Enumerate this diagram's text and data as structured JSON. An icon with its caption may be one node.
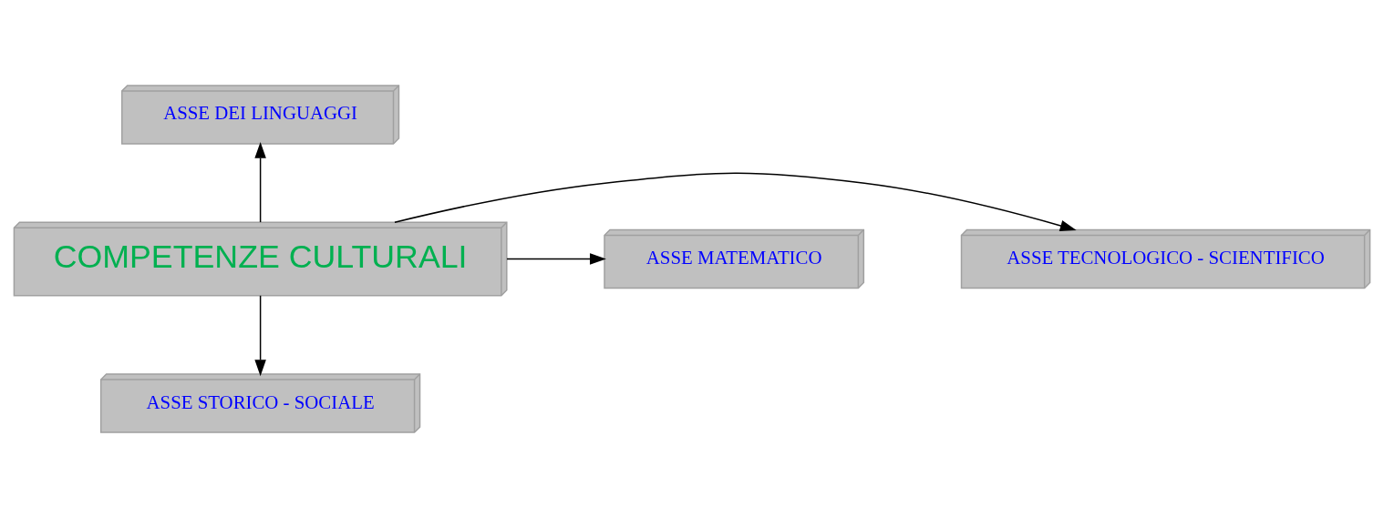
{
  "diagram": {
    "nodes": [
      {
        "text": [
          "ASSE DEI LINGUAGGI"
        ]
      },
      {
        "text": [
          "ASSE TECNOLOGICO - SCIENTIFICO"
        ]
      },
      {
        "text": [
          "COMPETENZE CULTURALI"
        ]
      },
      {
        "text": [
          "ASSE MATEMATICO"
        ]
      },
      {
        "text": [
          "ASSE STORICO - SOCIALE"
        ]
      }
    ],
    "edges": [
      {
        "from": 2,
        "to": 0,
        "arrow": "to"
      },
      {
        "from": 2,
        "to": 1,
        "arrow": "to"
      },
      {
        "from": 2,
        "to": 3,
        "arrow": "to"
      },
      {
        "from": 2,
        "to": 4,
        "arrow": "to"
      }
    ]
  }
}
